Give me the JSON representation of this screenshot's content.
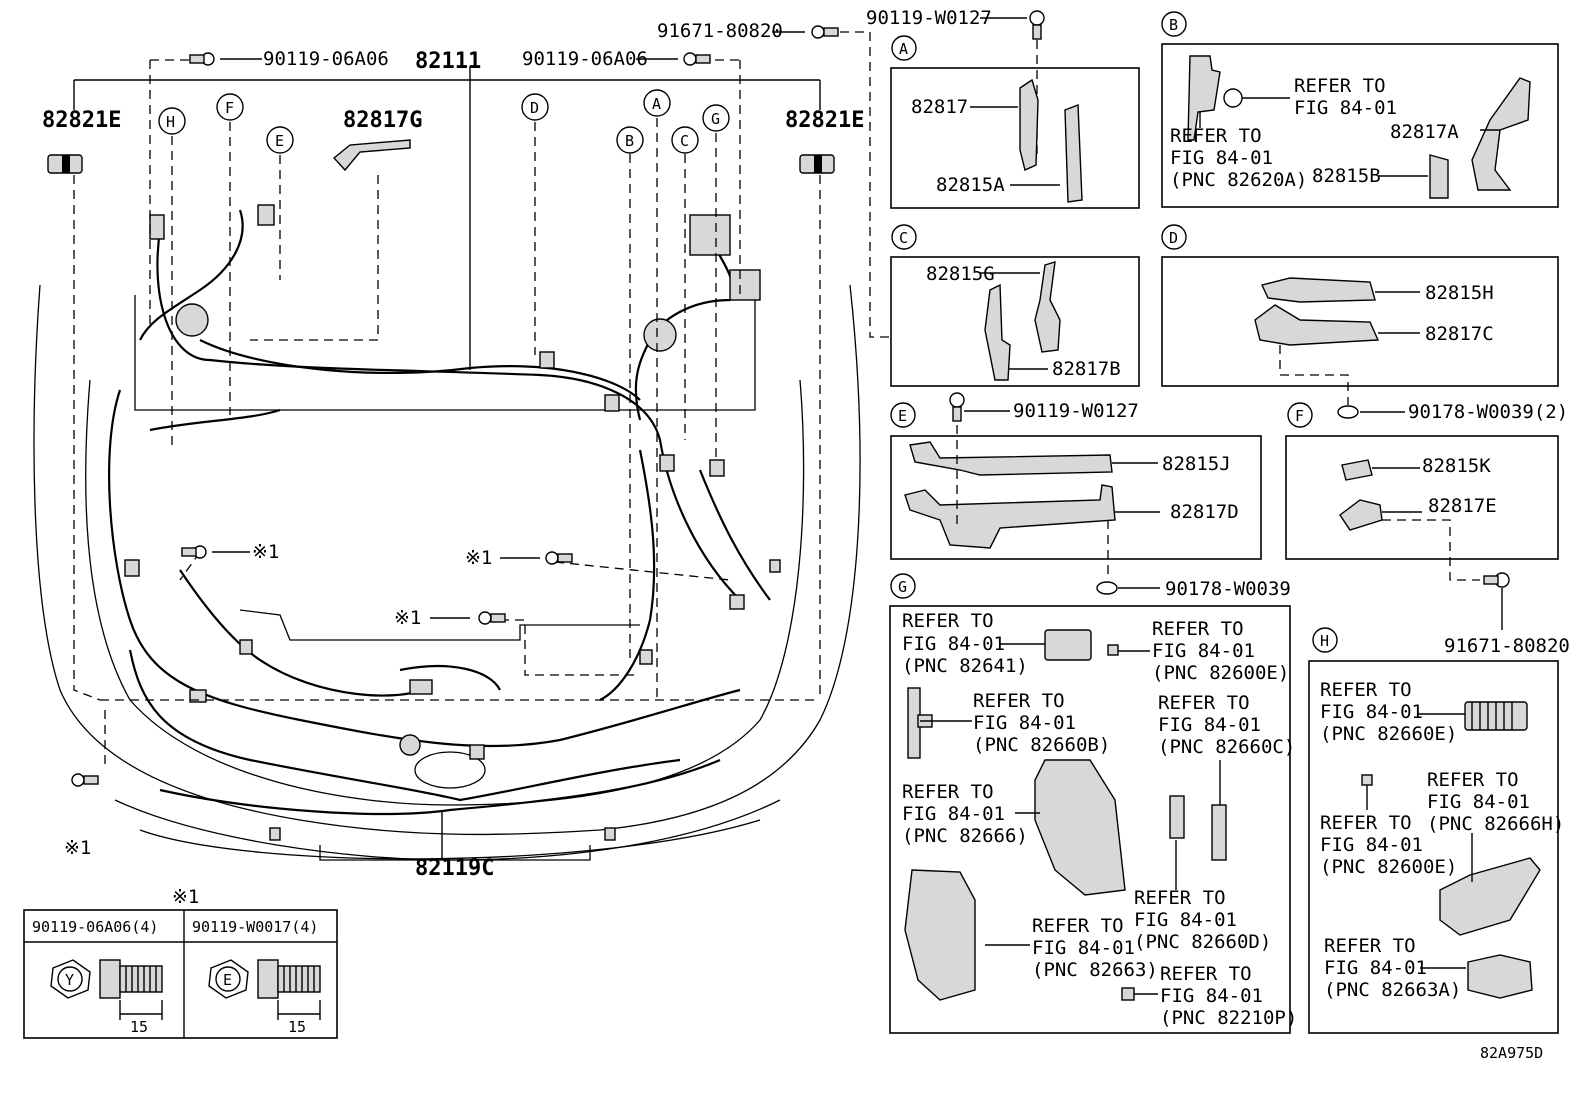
{
  "diagram_code": "82A975D",
  "main": {
    "harness_label": "82111",
    "lower_harness_label": "82119C",
    "left_cover_label": "82821E",
    "right_cover_label": "82821E",
    "bracket_label": "82817G",
    "bolt_left_label": "90119-06A06",
    "bolt_right_label": "90119-06A06",
    "bolt_top_label": "91671-80820",
    "section_markers": [
      "H",
      "F",
      "E",
      "D",
      "B",
      "A",
      "C",
      "G"
    ],
    "note_mark": "※1"
  },
  "panels": {
    "A": {
      "letter": "A",
      "labels": [
        "82817",
        "82815A"
      ],
      "bolt": "90119-W0127"
    },
    "B": {
      "letter": "B",
      "labels": [
        "REFER TO",
        "FIG 84-01",
        "REFER TO",
        "FIG 84-01",
        "(PNC 82620A)",
        "82817A",
        "82815B"
      ]
    },
    "C": {
      "letter": "C",
      "labels": [
        "82815G",
        "82817B"
      ]
    },
    "D": {
      "letter": "D",
      "labels": [
        "82815H",
        "82817C"
      ]
    },
    "E": {
      "letter": "E",
      "labels": [
        "82815J",
        "82817D"
      ],
      "bolt_top": "90119-W0127",
      "clip_bottom": "90178-W0039"
    },
    "F": {
      "letter": "F",
      "labels": [
        "82815K",
        "82817E"
      ],
      "clip_top": "90178-W0039(2)",
      "bolt_bottom": "91671-80820"
    },
    "G": {
      "letter": "G",
      "refs": [
        {
          "l1": "REFER TO",
          "l2": "FIG 84-01",
          "l3": "(PNC 82641)"
        },
        {
          "l1": "REFER TO",
          "l2": "FIG 84-01",
          "l3": "(PNC 82600E)"
        },
        {
          "l1": "REFER TO",
          "l2": "FIG 84-01",
          "l3": "(PNC 82660B)"
        },
        {
          "l1": "REFER TO",
          "l2": "FIG 84-01",
          "l3": "(PNC 82660C)"
        },
        {
          "l1": "REFER TO",
          "l2": "FIG 84-01",
          "l3": "(PNC 82666)"
        },
        {
          "l1": "REFER TO",
          "l2": "FIG 84-01",
          "l3": "(PNC 82660D)"
        },
        {
          "l1": "REFER TO",
          "l2": "FIG 84-01",
          "l3": "(PNC 82663)"
        },
        {
          "l1": "REFER TO",
          "l2": "FIG 84-01",
          "l3": "(PNC 82210P)"
        }
      ]
    },
    "H": {
      "letter": "H",
      "refs": [
        {
          "l1": "REFER TO",
          "l2": "FIG 84-01",
          "l3": "(PNC 82660E)"
        },
        {
          "l1": "REFER TO",
          "l2": "FIG 84-01",
          "l3": "(PNC 82666H)"
        },
        {
          "l1": "REFER TO",
          "l2": "FIG 84-01",
          "l3": "(PNC 82600E)"
        },
        {
          "l1": "REFER TO",
          "l2": "FIG 84-01",
          "l3": "(PNC 82663A)"
        }
      ]
    }
  },
  "fastener_table": {
    "title": "※1",
    "col1_header": "90119-06A06(4)",
    "col2_header": "90119-W0017(4)",
    "col1_head_mark": "Y",
    "col2_head_mark": "E",
    "col1_length": "15",
    "col2_length": "15"
  }
}
